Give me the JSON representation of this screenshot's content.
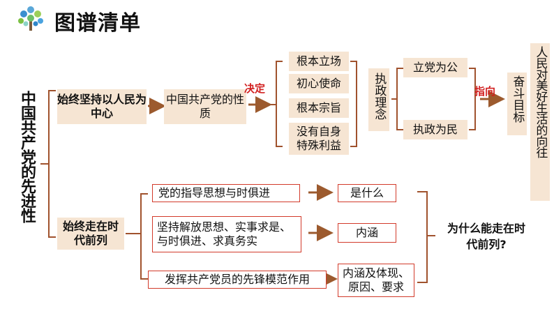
{
  "header": {
    "title": "图谱清单",
    "logo_icon": "tree-icon"
  },
  "root": {
    "label": "中国共产党的先进性"
  },
  "branch_top": {
    "label": "始终坚持以人民为中心",
    "nature": "中国共产党的性质",
    "decides_label": "决定",
    "items": [
      "根本立场",
      "初心使命",
      "根本宗旨",
      "没有自身特殊利益"
    ],
    "idea": "执政理念",
    "idea_items": [
      "立党为公",
      "执政为民"
    ],
    "points_label": "指向",
    "goal": "奋斗目标",
    "people": "人民对美好生活的向往"
  },
  "branch_bottom": {
    "label": "始终走在时代前列",
    "rows": [
      {
        "left": "党的指导思想与时俱进",
        "right": "是什么"
      },
      {
        "left": "坚持解放思想、实事求是、与时俱进、求真务实",
        "right": "内涵"
      },
      {
        "left": "发挥共产党员的先锋模范作用",
        "right": "内涵及体现、原因、要求"
      }
    ],
    "question": "为什么能走在时代前列?"
  },
  "colors": {
    "accent_line": "#a0522d",
    "arrow": "#9c5a2e",
    "red_border": "#d23a2a",
    "beige": "#f6e5d3",
    "red_text": "#d11f1f"
  }
}
